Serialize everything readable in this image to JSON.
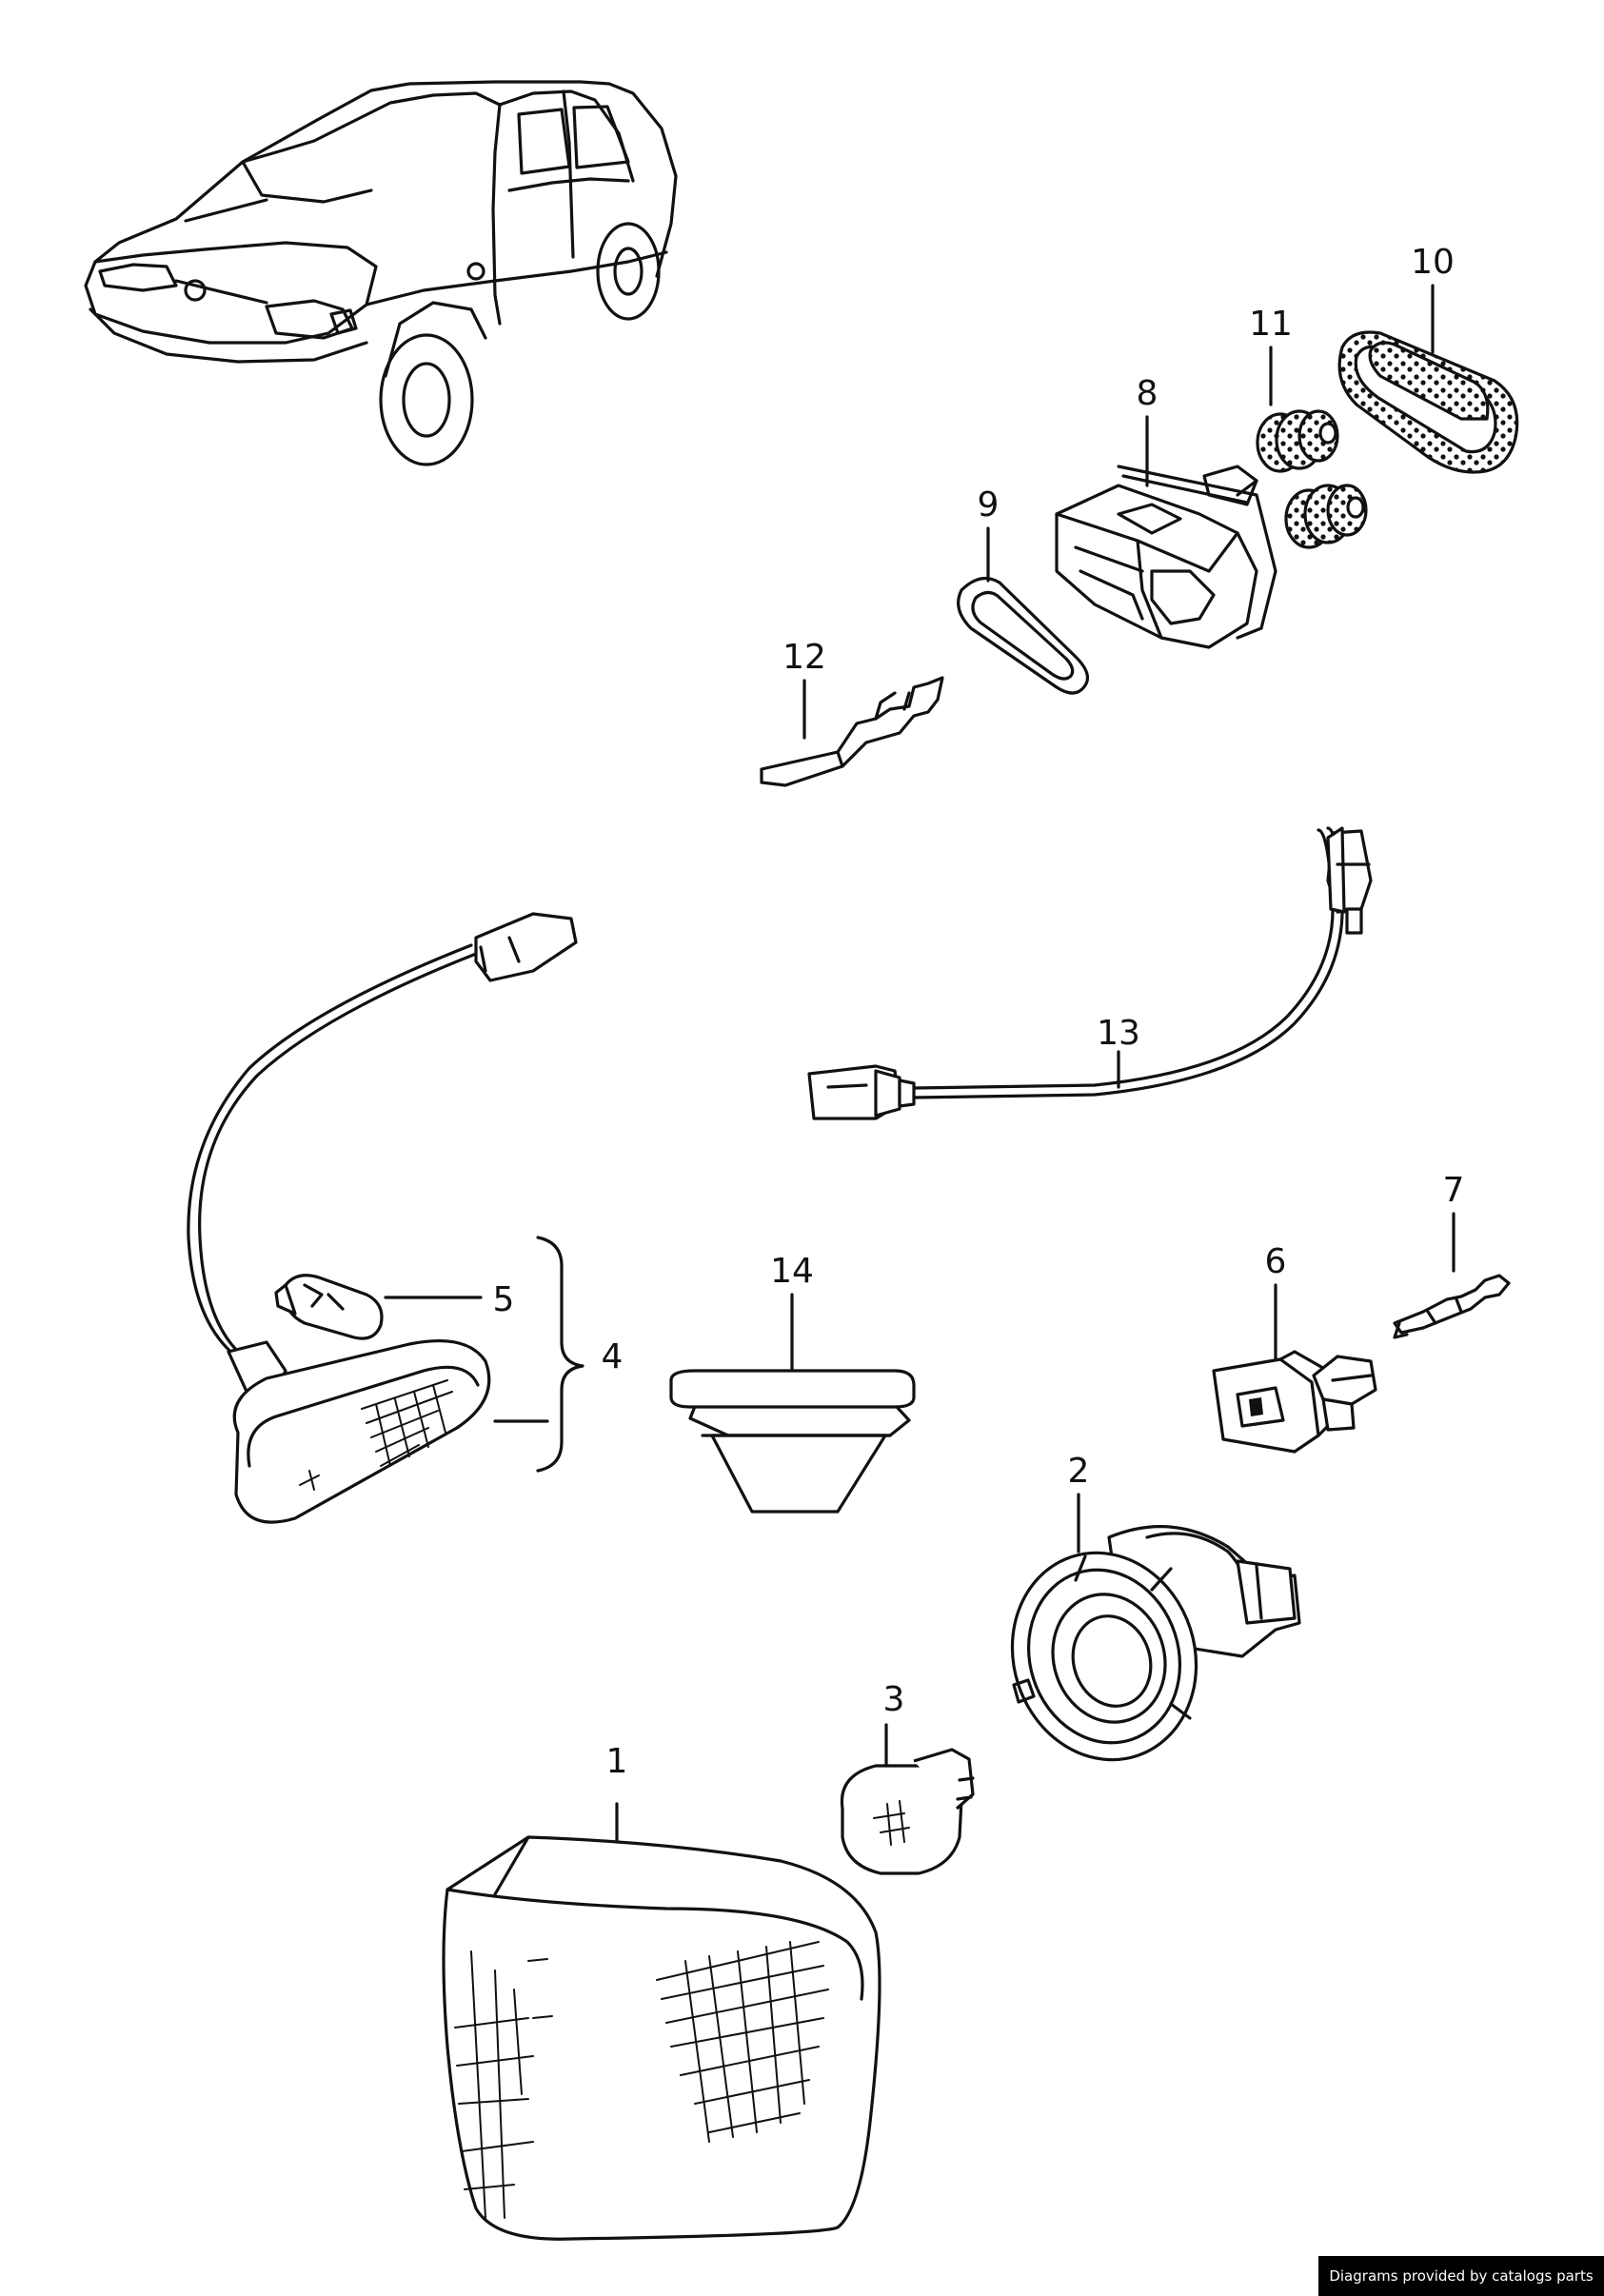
{
  "callouts": [
    "1",
    "2",
    "3",
    "4",
    "5",
    "6",
    "7",
    "8",
    "9",
    "10",
    "11",
    "12",
    "13",
    "14"
  ],
  "credit": "Diagrams provided by catalogs parts"
}
